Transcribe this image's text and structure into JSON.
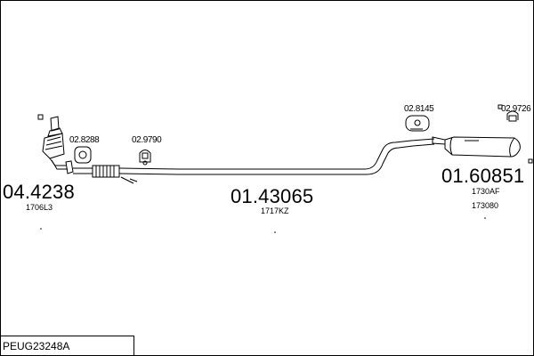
{
  "parts": {
    "catalyst": {
      "number": "04.4238",
      "ref": "1706L3"
    },
    "gasket_cat": {
      "number": "02.8288"
    },
    "clamp_front": {
      "number": "02.9790"
    },
    "mid_pipe": {
      "number": "01.43065",
      "ref": "1717KZ"
    },
    "mount_rear": {
      "number": "02.8145"
    },
    "clamp_rear": {
      "number": "02.9726"
    },
    "rear_silencer": {
      "number": "01.60851",
      "ref1": "1730AF",
      "ref2": "173080"
    }
  },
  "footer": {
    "code": "PEUG23248A"
  }
}
